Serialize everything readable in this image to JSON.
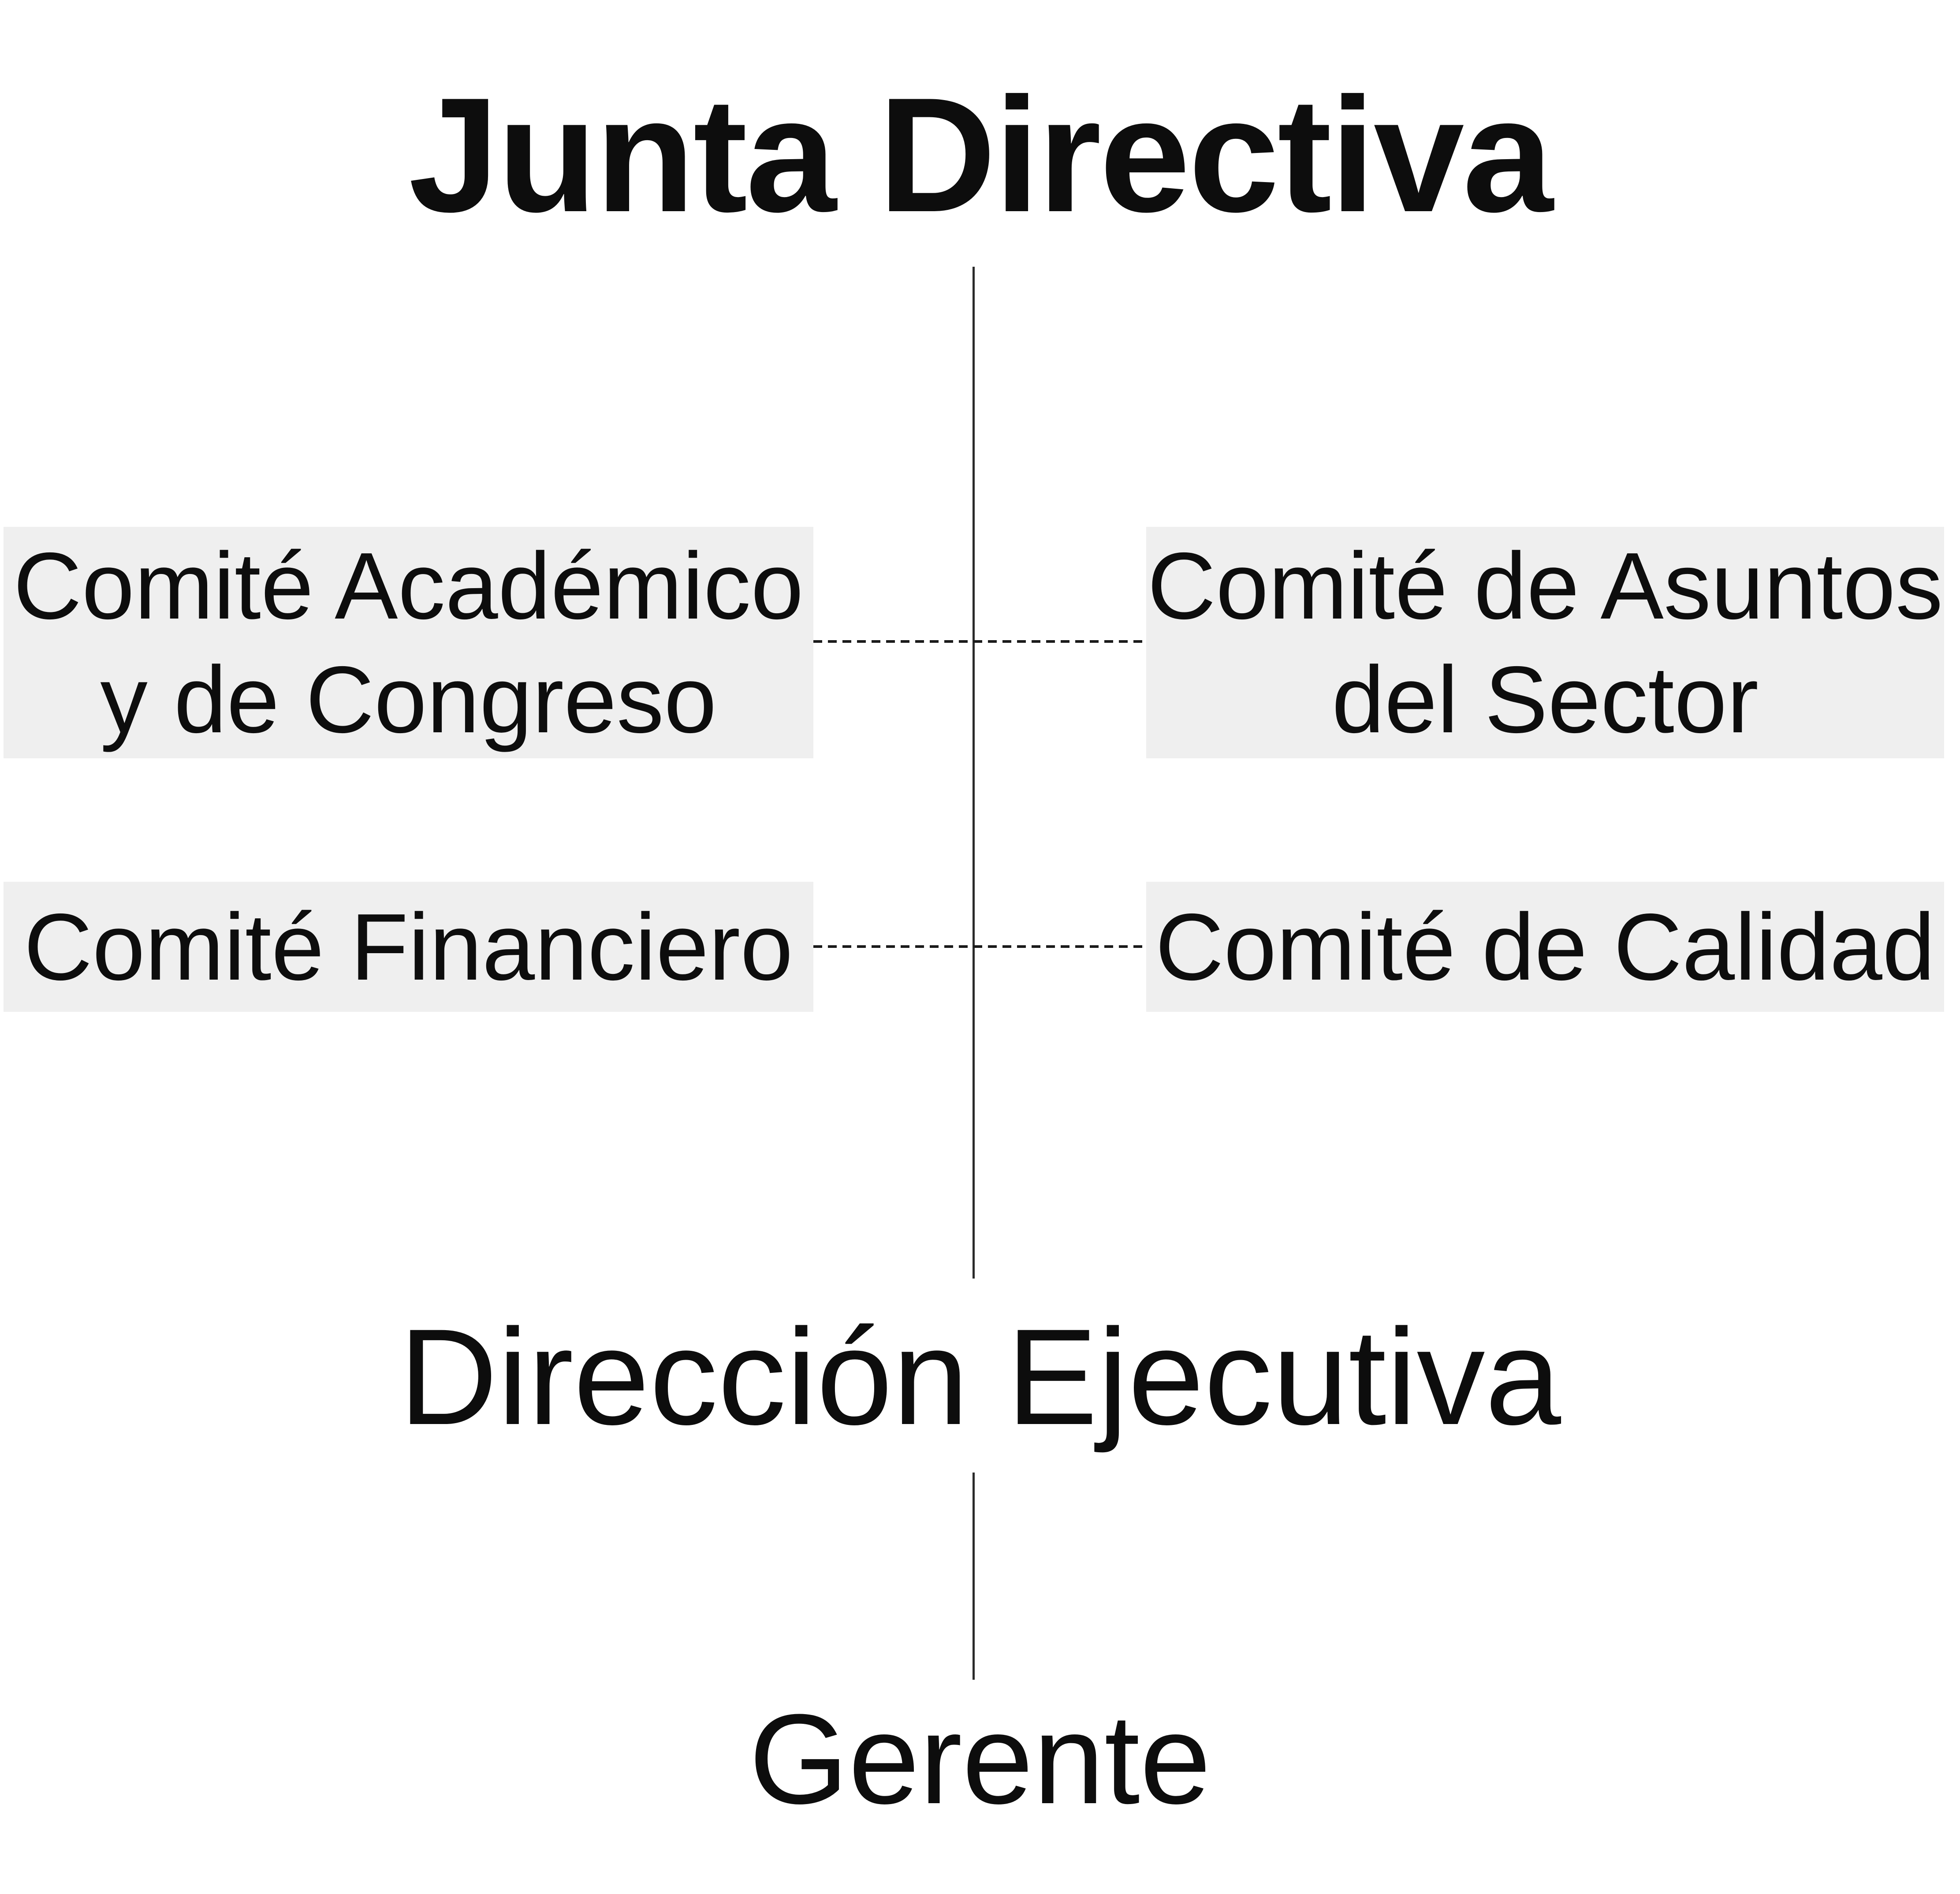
{
  "org_chart": {
    "root": {
      "label": "Junta Directiva"
    },
    "committees": [
      {
        "id": "academico-congreso",
        "label": "Comité Académico y de Congreso",
        "lines": [
          "Comité Académico",
          "y de Congreso"
        ]
      },
      {
        "id": "asuntos-sector",
        "label": "Comité de Asuntos del Sector",
        "lines": [
          "Comité de Asuntos",
          "del Sector"
        ]
      },
      {
        "id": "financiero",
        "label": "Comité Financiero",
        "lines": [
          "Comité Financiero"
        ]
      },
      {
        "id": "calidad",
        "label": "Comité de Calidad",
        "lines": [
          "Comité de Calidad"
        ]
      }
    ],
    "direccion": {
      "label": "Dirección Ejecutiva"
    },
    "gerente": {
      "label": "Gerente"
    },
    "connections": {
      "solid": "Junta Directiva → Dirección Ejecutiva → Gerente",
      "dashed": "committees ↔ central line (advisory)"
    }
  },
  "colors": {
    "background": "#ffffff",
    "box_background": "#efefef",
    "text": "#0d0d0d",
    "line": "#2b2b2b",
    "dashed_line": "#1a1a1a"
  }
}
